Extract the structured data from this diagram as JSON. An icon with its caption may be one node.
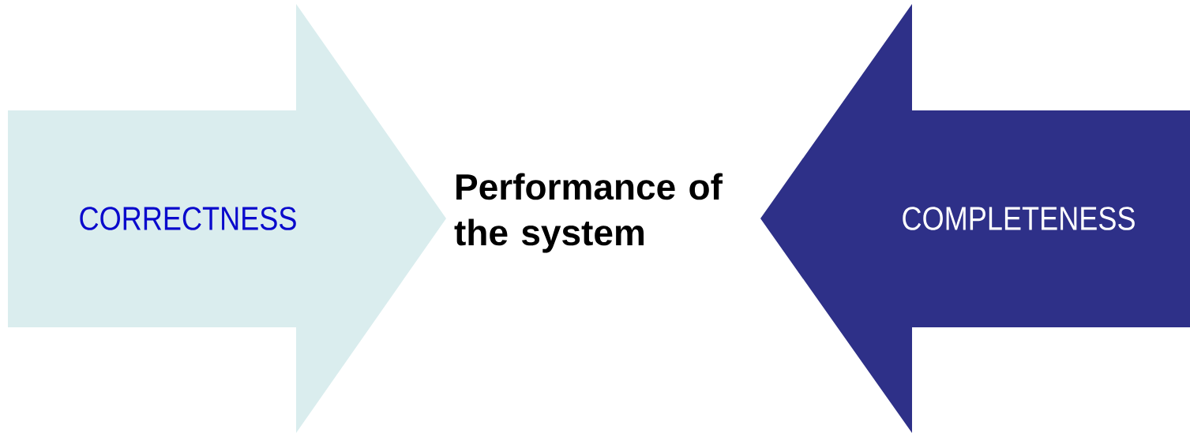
{
  "diagram": {
    "nodes": [
      {
        "text": [
          "CORRECTNESS"
        ]
      },
      {
        "text": [
          "Performance of the system"
        ]
      },
      {
        "text": [
          "COMPLETENESS"
        ]
      }
    ]
  }
}
